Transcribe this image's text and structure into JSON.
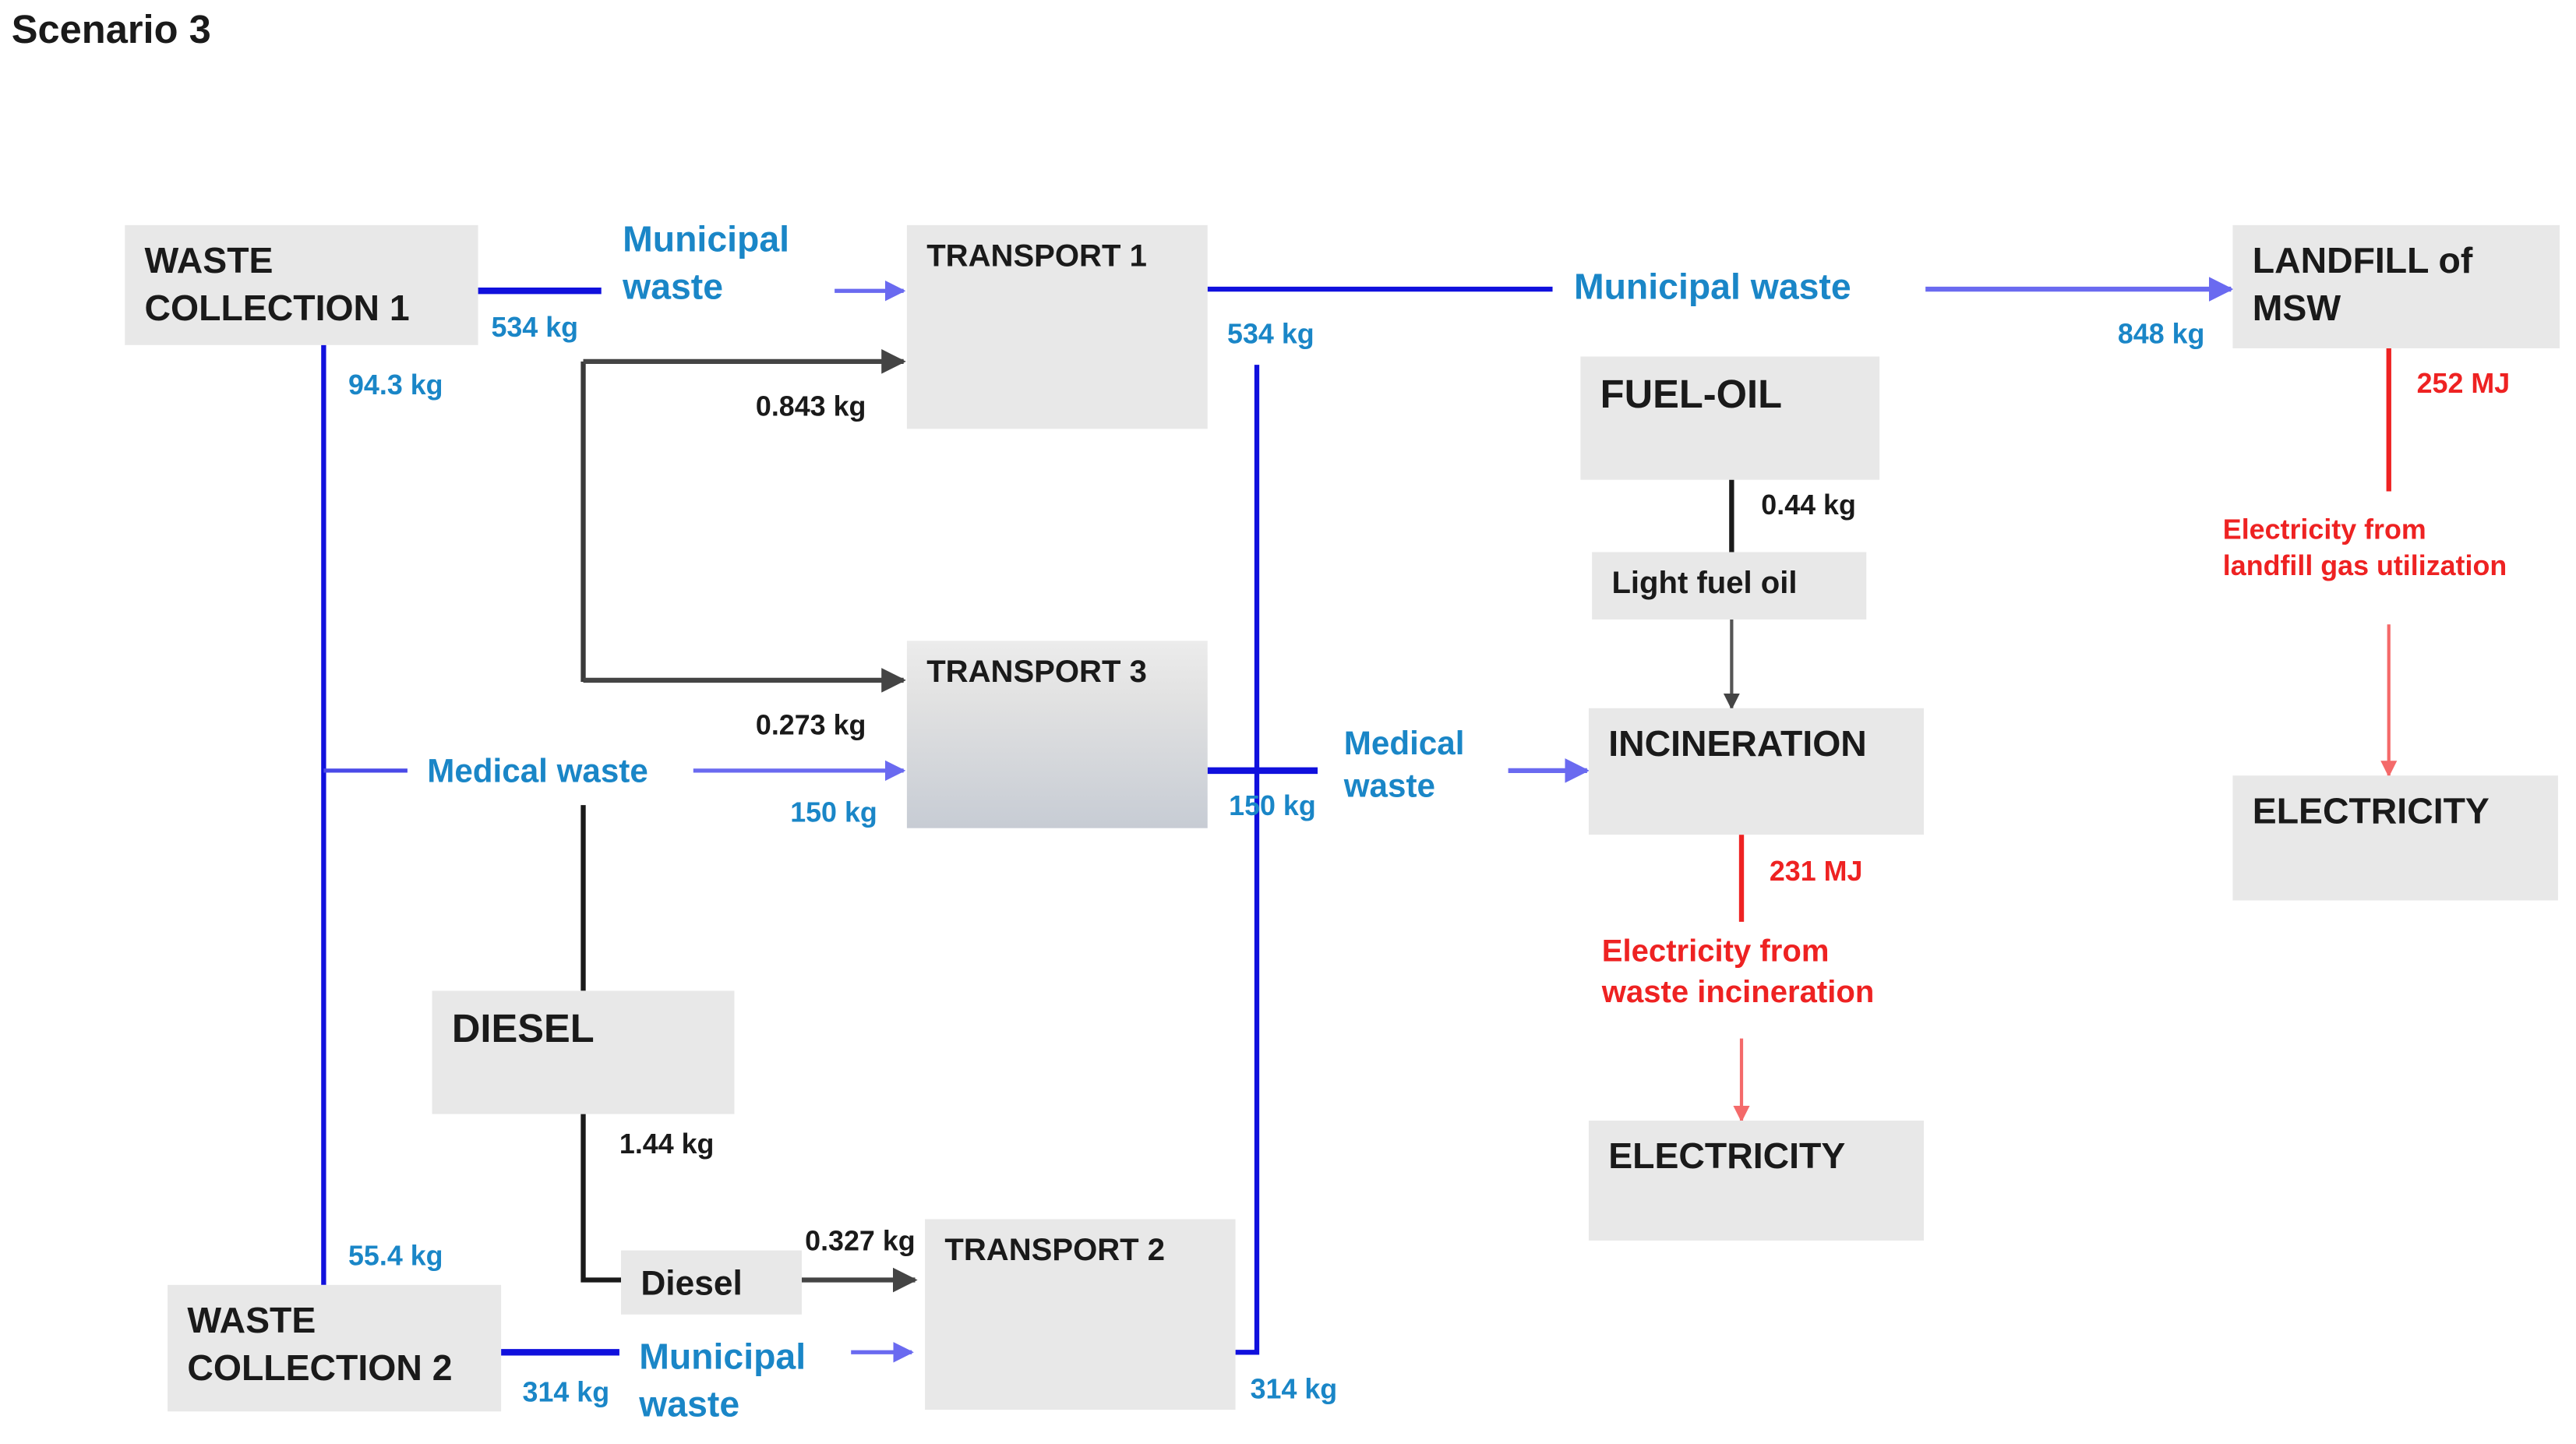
{
  "title": "Scenario 3",
  "nodes": {
    "waste_collection_1": "WASTE\nCOLLECTION 1",
    "waste_collection_2": "WASTE\nCOLLECTION 2",
    "transport_1": "TRANSPORT 1",
    "transport_2": "TRANSPORT 2",
    "transport_3": "TRANSPORT 3",
    "diesel": "DIESEL",
    "diesel_small": "Diesel",
    "fuel_oil": "FUEL-OIL",
    "light_fuel_oil": "Light fuel oil",
    "incineration": "INCINERATION",
    "landfill": "LANDFILL of\nMSW",
    "electricity_incineration": "ELECTRICITY",
    "electricity_landfill": "ELECTRICITY"
  },
  "flows": {
    "municipal_waste_1": "Municipal\nwaste",
    "municipal_waste_2": "Municipal\nwaste",
    "municipal_waste_main": "Municipal waste",
    "medical_waste_left": "Medical waste",
    "medical_waste_right": "Medical\nwaste",
    "elec_from_incineration": "Electricity from\nwaste incineration",
    "elec_from_landfill": "Electricity from\nlandfill gas utilization"
  },
  "quantities": {
    "wc1_municipal": "534  kg",
    "wc1_medical": "94.3 kg",
    "wc2_medical": "55.4 kg",
    "wc2_municipal": "314 kg",
    "diesel_t1": "0.843 kg",
    "diesel_t3": "0.273 kg",
    "diesel_total": "1.44 kg",
    "diesel_t2": "0.327 kg",
    "medical_into_t3": "150 kg",
    "t1_out": "534 kg",
    "t3_out": "150 kg",
    "t2_out": "314 kg",
    "landfill_in": "848 kg",
    "fuel_oil_out": "0.44 kg",
    "incineration_energy": "231 MJ",
    "landfill_energy": "252 MJ"
  },
  "colors": {
    "dark_blue": "#1010dd",
    "light_blue_arrow": "#6a6af0",
    "label_blue": "#1a86c7",
    "red": "#ee2222",
    "light_red": "#f46a6a",
    "dark_gray": "#333333",
    "box_fill": "#e8e8e8"
  }
}
